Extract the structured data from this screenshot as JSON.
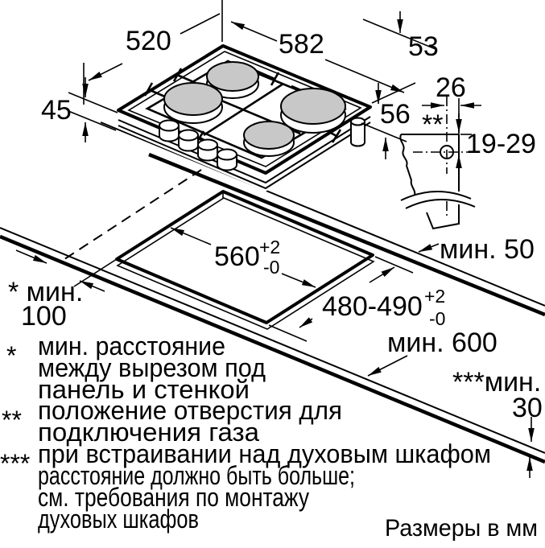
{
  "drawing": {
    "units_note": "Размеры в мм",
    "hob_dims": {
      "depth": "520",
      "width": "582",
      "height_top": "53",
      "height_front": "45",
      "height_total": "56"
    },
    "gas_connection": {
      "offset_side": "26",
      "marker": "**",
      "offset_top": "19-29"
    },
    "cutout_dims": {
      "width": "560",
      "width_tol_up": "+2",
      "width_tol_down": "-0",
      "depth": "480-490",
      "depth_tol_up": "+2",
      "depth_tol_down": "-0",
      "min_rear": "мин. 50",
      "min_side_label": "* мин.",
      "min_side_value": "100",
      "min_worktop_depth": "мин. 600",
      "min_below_label": "***мин.",
      "min_below_value": "30"
    },
    "footnotes": [
      {
        "marker": "*",
        "lines": [
          "мин. расстояние",
          "между вырезом под",
          "панель и стенкой"
        ]
      },
      {
        "marker": "**",
        "lines": [
          "положение отверстия для",
          "подключения газа"
        ]
      },
      {
        "marker": "***",
        "lines": [
          "при встраивании над духовым шкафом",
          "расстояние должно быть больше;",
          "см. требования по монтажу",
          "духовых шкафов"
        ]
      }
    ],
    "colors": {
      "line": "#000000",
      "burner": "#c8c8c8",
      "bg": "#ffffff"
    }
  }
}
